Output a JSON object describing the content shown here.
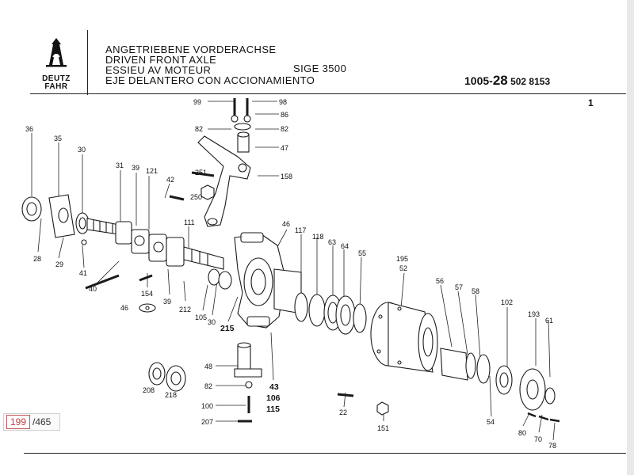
{
  "header": {
    "brand_line1": "DEUTZ",
    "brand_line2": "FAHR",
    "title_de": "ANGETRIEBENE  VORDERACHSE",
    "title_en": "DRIVEN FRONT AXLE",
    "title_fr": "ESSIEU AV MOTEUR",
    "title_es": "EJE DELANTERO CON ACCIONAMIENTO",
    "model": "SIGE 3500",
    "part_prefix": "1005-",
    "part_big": "28",
    "part_suffix": " 502 8153",
    "sheet": "1"
  },
  "labels": {
    "l36": "36",
    "l35": "35",
    "l30a": "30",
    "l31": "31",
    "l39a": "39",
    "l121": "121",
    "l42": "42",
    "l251": "251",
    "l250": "250",
    "l99": "99",
    "l98": "98",
    "l86": "86",
    "l82a": "82",
    "l82b": "82",
    "l47": "47",
    "l158": "158",
    "l28": "28",
    "l29": "29",
    "l41": "41",
    "l40": "40",
    "l111": "111",
    "l154": "154",
    "l46a": "46",
    "l39b": "39",
    "l212": "212",
    "l105": "105",
    "l30b": "30",
    "l215": "215",
    "l46b": "46",
    "l117": "117",
    "l118": "118",
    "l63": "63",
    "l64": "64",
    "l55": "55",
    "l195": "195",
    "l52": "52",
    "l56": "56",
    "l57": "57",
    "l58": "58",
    "l102": "102",
    "l193": "193",
    "l61": "61",
    "l48": "48",
    "l82c": "82",
    "l100": "100",
    "l207": "207",
    "l43": "43",
    "l106": "106",
    "l115": "115",
    "l208": "208",
    "l218": "218",
    "l22": "22",
    "l151": "151",
    "l54": "54",
    "l80": "80",
    "l70": "70",
    "l78": "78"
  },
  "pager": {
    "current": "199",
    "total": "/465"
  }
}
